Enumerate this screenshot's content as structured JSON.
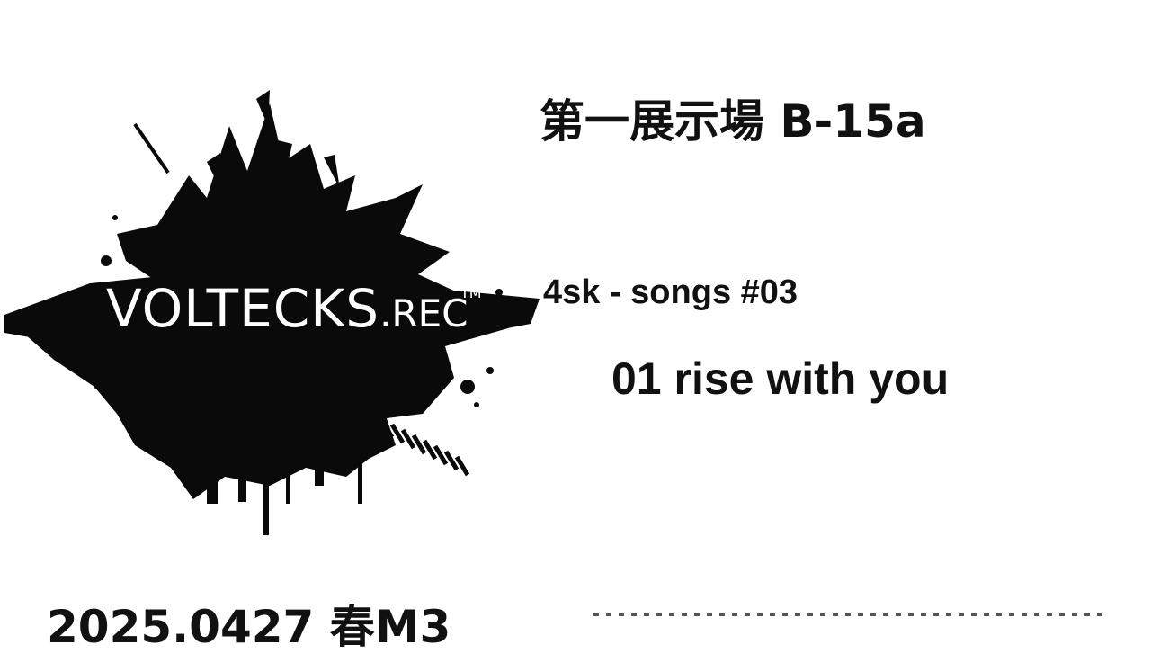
{
  "logo": {
    "brand_main": "VOLTECKS",
    "brand_suffix": ".REC",
    "trademark": "TM",
    "ink_color": "#0a0a0a"
  },
  "booth": "第一展示場 B-15a",
  "album": "4sk - songs #03",
  "track": "01 rise with you",
  "event": "2025.0427 春M3"
}
